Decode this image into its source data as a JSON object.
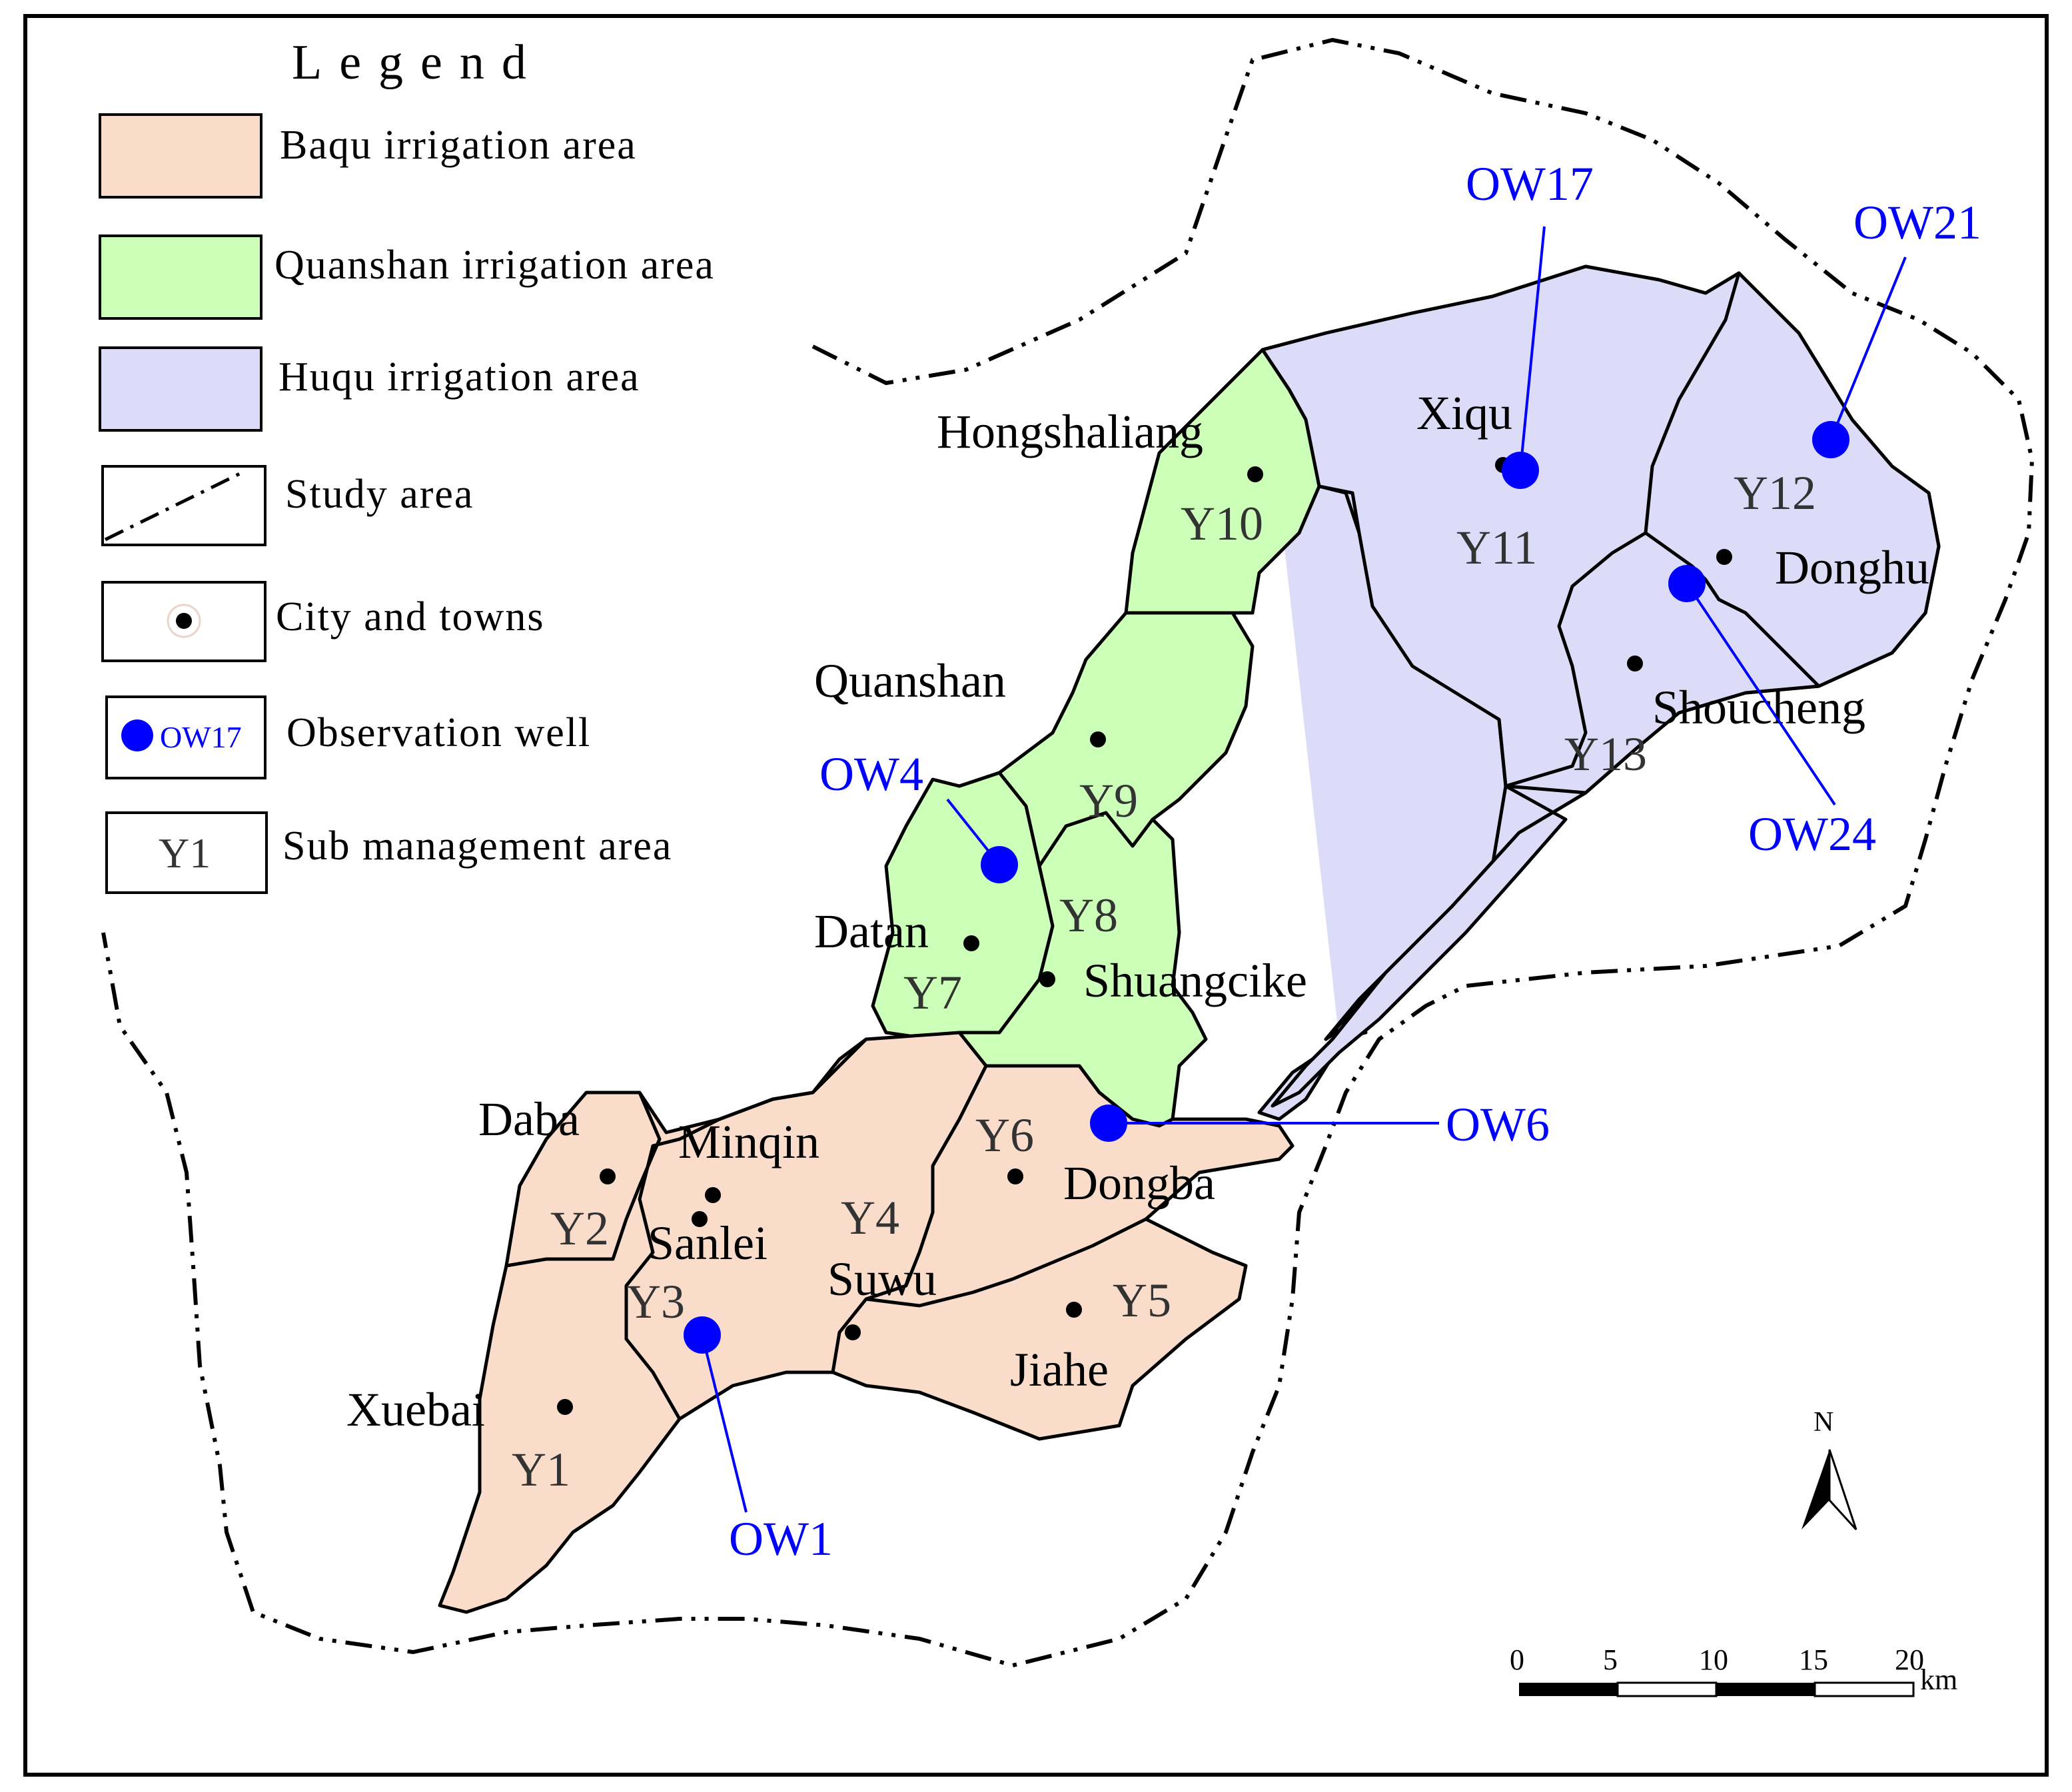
{
  "legend": {
    "title": "Legend",
    "items": [
      {
        "key": "baqu",
        "label": "Baqu irrigation area",
        "swatch_color": "#fadccb"
      },
      {
        "key": "quanshan",
        "label": "Quanshan irrigation area",
        "swatch_color": "#ccffb8"
      },
      {
        "key": "huqu",
        "label": "Huqu irrigation area",
        "swatch_color": "#dcdcf8"
      },
      {
        "key": "study",
        "label": "Study area"
      },
      {
        "key": "towns",
        "label": "City and towns"
      },
      {
        "key": "well",
        "label": "Observation well",
        "sample": "OW17",
        "color": "#0000ff"
      },
      {
        "key": "sub",
        "label": "Sub management area",
        "sample": "Y1"
      }
    ]
  },
  "towns": {
    "hongshaliang": "Hongshaliang",
    "xiqu": "Xiqu",
    "donghu": "Donghu",
    "quanshan": "Quanshan",
    "shoucheng": "Shoucheng",
    "datan": "Datan",
    "shuangcike": "Shuangcike",
    "daba": "Daba",
    "minqin": "Minqin",
    "sanlei": "Sanlei",
    "dongba": "Dongba",
    "suwu": "Suwu",
    "jiahe": "Jiahe",
    "xuebai": "Xuebai"
  },
  "sub_areas": {
    "y1": "Y1",
    "y2": "Y2",
    "y3": "Y3",
    "y4": "Y4",
    "y5": "Y5",
    "y6": "Y6",
    "y7": "Y7",
    "y8": "Y8",
    "y9": "Y9",
    "y10": "Y10",
    "y11": "Y11",
    "y12": "Y12",
    "y13": "Y13"
  },
  "wells": {
    "ow1": "OW1",
    "ow4": "OW4",
    "ow6": "OW6",
    "ow17": "OW17",
    "ow21": "OW21",
    "ow24": "OW24"
  },
  "north_arrow": {
    "label": "N"
  },
  "scale_bar": {
    "ticks": [
      "0",
      "5",
      "10",
      "15",
      "20"
    ],
    "unit": "km"
  }
}
